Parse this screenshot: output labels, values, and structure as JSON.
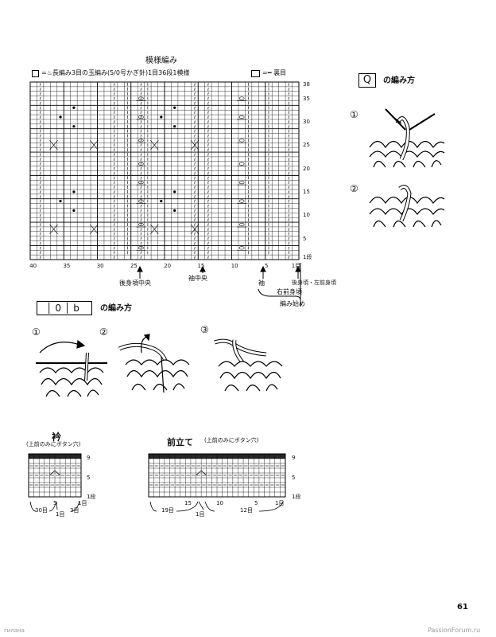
{
  "main_chart": {
    "title": "模様編み",
    "legend_left": "=♨長編み3目の玉編み(5/0号かぎ針)1目36段1模様",
    "legend_right": "=━ 裏目",
    "right_numbers": [
      "38",
      "35",
      "30",
      "25",
      "20",
      "15",
      "10",
      "5",
      "1段"
    ],
    "bottom_numbers": [
      "40",
      "35",
      "30",
      "25",
      "20",
      "15",
      "10",
      "5",
      "1目"
    ],
    "annotations": {
      "back_center": "後身頃中央",
      "sleeve_center": "袖中央",
      "sleeve": "袖",
      "back_left_front": "後身頃・左前身頃",
      "right_front": "右前身頃",
      "start": "編み始め"
    }
  },
  "q_section": {
    "symbol": "Q",
    "title": "の編み方",
    "steps": [
      "①",
      "②"
    ]
  },
  "lob_section": {
    "symbol": "│0│b",
    "title": "の編み方",
    "steps": [
      "①",
      "②",
      "③"
    ]
  },
  "collar": {
    "title": "衿",
    "note": "(上前のみにボタン穴)",
    "right_numbers": [
      "9",
      "5",
      "1段"
    ],
    "bottom_numbers": [
      "5",
      "1目"
    ],
    "dims": [
      "30目",
      "1目",
      "3目"
    ]
  },
  "front_band": {
    "title": "前立て",
    "note": "(上前のみにボタン穴)",
    "right_numbers": [
      "9",
      "5",
      "1段"
    ],
    "bottom_numbers": [
      "15",
      "10",
      "5",
      "1目"
    ],
    "dims": [
      "19目",
      "1目",
      "12目"
    ]
  },
  "page_number": "61",
  "footer_left": "гилана",
  "footer_right": "PassionForum.ru"
}
